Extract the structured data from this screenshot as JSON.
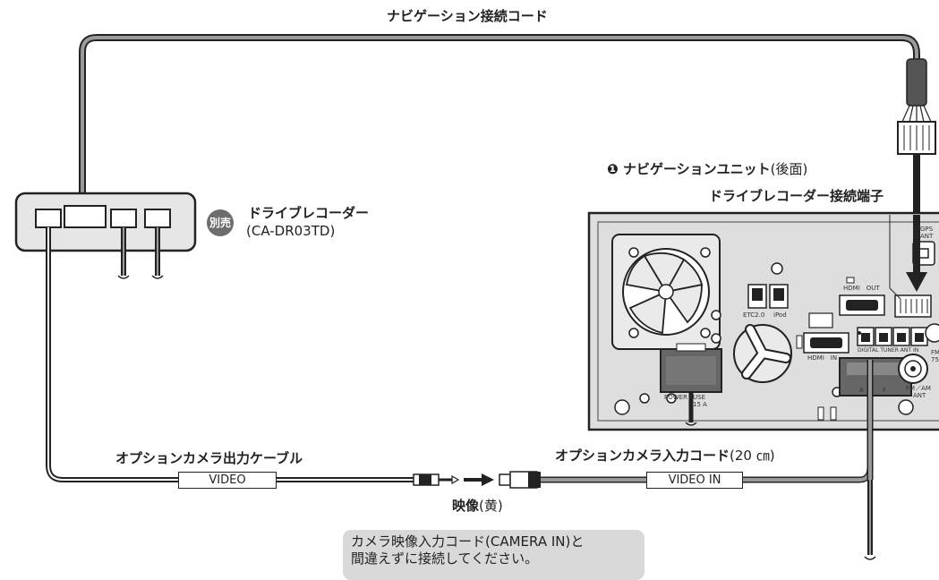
{
  "labels": {
    "nav_cord": "ナビゲーション接続コード",
    "nav_unit_num": "❶",
    "nav_unit": "ナビゲーションユニット",
    "nav_unit_suffix": "(後面)",
    "dr_terminal": "ドライブレコーダー接続端子",
    "badge": "別売",
    "dr_name": "ドライブレコーダー",
    "dr_model": "(CA-DR03TD)",
    "opt_out_cable": "オプションカメラ出力ケーブル",
    "opt_in_cord": "オプションカメラ入力コード",
    "opt_in_len": "(20 ㎝)",
    "video_box": "VIDEO",
    "video_in_box": "VIDEO IN",
    "image_label": "映像",
    "image_color": "(黄)",
    "note_line1": "カメラ映像入力コード(CAMERA IN)と",
    "note_line2": "間違えずに接続してください。"
  },
  "panel": {
    "gps": "GPS",
    "ant": "ANT",
    "hdmi_out": "HDMI　OUT",
    "hdmi_in": "HDMI　IN",
    "etc": "ETC2.0",
    "ipod": "iPod",
    "digital_tuner": "DIGITAL TUNER ANT IN",
    "power": "POWER",
    "fuse": "FUSE",
    "fuse_amp": "15 A",
    "fm": "FM",
    "fm_am": "FM／AM",
    "ant2": "ANT",
    "seventy_five": "75",
    "av": "A",
    "f": "F"
  },
  "colors": {
    "cable": "#222222",
    "device_fill": "#e6e6e6",
    "panel_fill": "#dedede",
    "note_bg": "#d9d9d9",
    "badge_bg": "#6d6d6d"
  }
}
